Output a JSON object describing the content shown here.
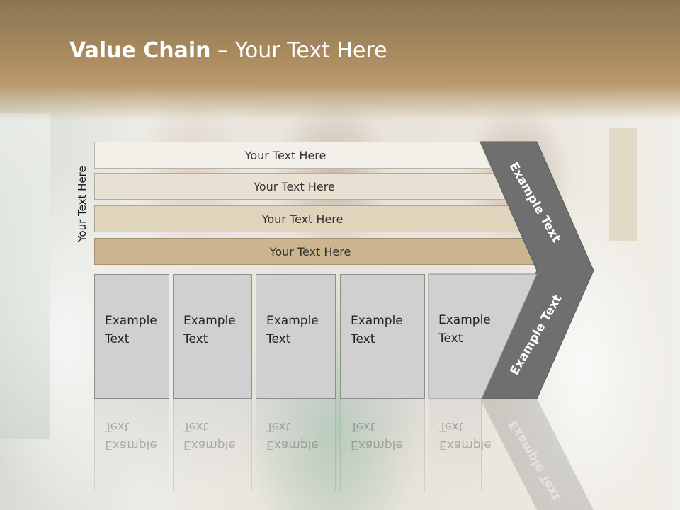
{
  "header": {
    "title_bold": "Value Chain",
    "title_rest": " – Your Text Here"
  },
  "side_label": "Your Text Here",
  "bars": [
    {
      "label": "Your Text Here"
    },
    {
      "label": "Your Text Here"
    },
    {
      "label": "Your Text Here"
    },
    {
      "label": "Your Text Here"
    }
  ],
  "boxes": [
    {
      "line1": "Example",
      "line2": "Text"
    },
    {
      "line1": "Example",
      "line2": "Text"
    },
    {
      "line1": "Example",
      "line2": "Text"
    },
    {
      "line1": "Example",
      "line2": "Text"
    },
    {
      "line1": "Example",
      "line2": "Text"
    }
  ],
  "chevron": {
    "upper_label": "Example Text",
    "lower_label": "Example Text",
    "color": "#6f6f6f"
  },
  "colors": {
    "header": "#a98a5f",
    "bar1": "#f3f0ea",
    "bar2": "#e9e2d4",
    "bar3": "#e0d4bd",
    "bar4": "#cbb48f",
    "box": "#d0d0d0"
  }
}
